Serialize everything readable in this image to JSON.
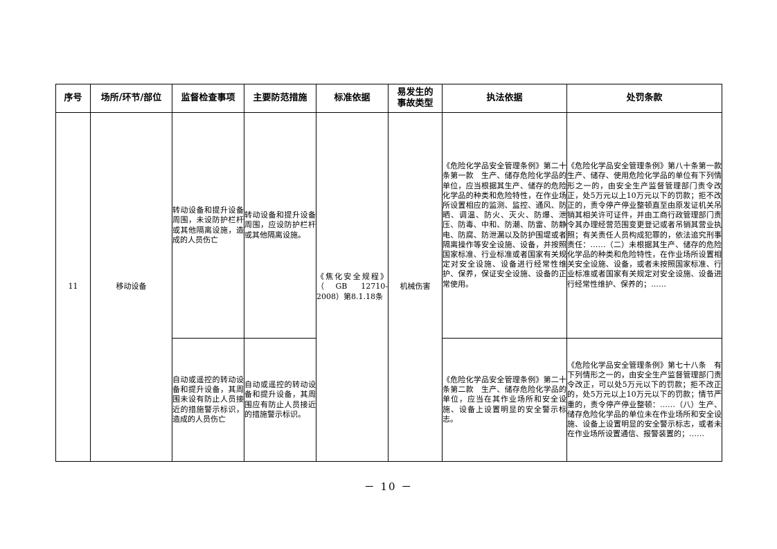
{
  "table": {
    "headers": [
      "序号",
      "场所/环节/部位",
      "监督检查事项",
      "主要防范措施",
      "标准依据",
      "易发生的\n事故类型",
      "执法依据",
      "处罚条款"
    ],
    "row": {
      "seq": "11",
      "location": "移动设备",
      "standard": "《焦化安全规程》（GB 12710-2008）第8.1.18条",
      "accident_type": "机械伤害",
      "items": [
        {
          "inspection": "转动设备和提升设备周围，未设防护栏杆或其他隔离设施，造成的人员伤亡",
          "measure": "转动设备和提升设备周围，应设防护栏杆或其他隔离设施。",
          "legal_basis": "《危险化学品安全管理条例》第二十条第一款　生产、储存危险化学品的单位，应当根据其生产、储存的危险化学品的种类和危险特性，在作业场所设置相应的监测、监控、通风、防晒、调温、防火、灭火、防爆、泄压、防毒、中和、防潮、防雷、防静电、防腐、防泄漏以及防护围堤或者隔离操作等安全设施、设备，并按照国家标准、行业标准或者国家有关规定对安全设施、设备进行经常性维护、保养，保证安全设施、设备的正常使用。",
          "penalty": "《危险化学品安全管理条例》第八十条第一款　生产、储存、使用危险化学品的单位有下列情形之一的，由安全生产监督管理部门责令改正，处5万元以上10万元以下的罚款；拒不改正的，责令停产停业整顿直至由原发证机关吊销其相关许可证件，并由工商行政管理部门责令其办理经营范围变更登记或者吊销其营业执照；有关责任人员构成犯罪的，依法追究刑事责任：……（二）未根据其生产、储存的危险化学品的种类和危险特性，在作业场所设置相关安全设施、设备，或者未按照国家标准、行业标准或者国家有关规定对安全设施、设备进行经常性维护、保养的；……"
        },
        {
          "inspection": "自动或遥控的转动设备和提升设备，其周围未设有防止人员接近的措施警示标识，造成的人员伤亡",
          "measure": "自动或遥控的转动设备和提升设备，其周围应有防止人员接近的措施警示标识。",
          "legal_basis": "《危险化学品安全管理条例》第二十条第二款　生产、储存危险化学品的单位，应当在其作业场所和安全设施、设备上设置明显的安全警示标志。",
          "penalty": "《危险化学品安全管理条例》第七十八条　有下列情形之一的，由安全生产监督管理部门责令改正，可以处5万元以下的罚款；拒不改正的，处5万元以上10万元以下的罚款；情节严重的，责令停产停业整顿：……（八）生产、储存危险化学品的单位未在作业场所和安全设施、设备上设置明显的安全警示标志，或者未在作业场所设置通信、报警装置的；……"
        }
      ]
    }
  },
  "page_number": "－ 10 －"
}
